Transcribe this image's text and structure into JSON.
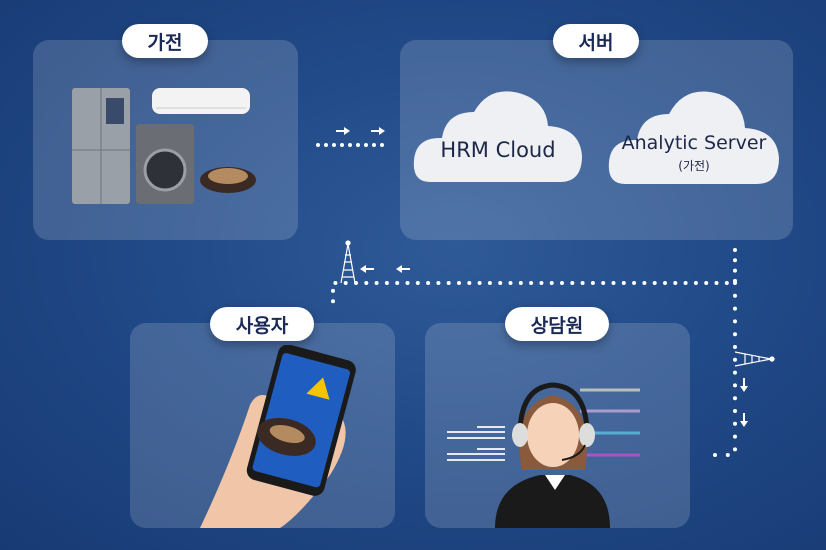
{
  "sections": {
    "appliances": {
      "label": "가전"
    },
    "server": {
      "label": "서버"
    },
    "user": {
      "label": "사용자"
    },
    "agent": {
      "label": "상담원"
    }
  },
  "server": {
    "clouds": [
      {
        "title": "HRM Cloud"
      },
      {
        "title": "Analytic Server",
        "subtitle": "(가전)"
      }
    ]
  },
  "colors": {
    "background": "#214a88",
    "pill_text": "#1b2a55",
    "warning": "#f5c400"
  }
}
